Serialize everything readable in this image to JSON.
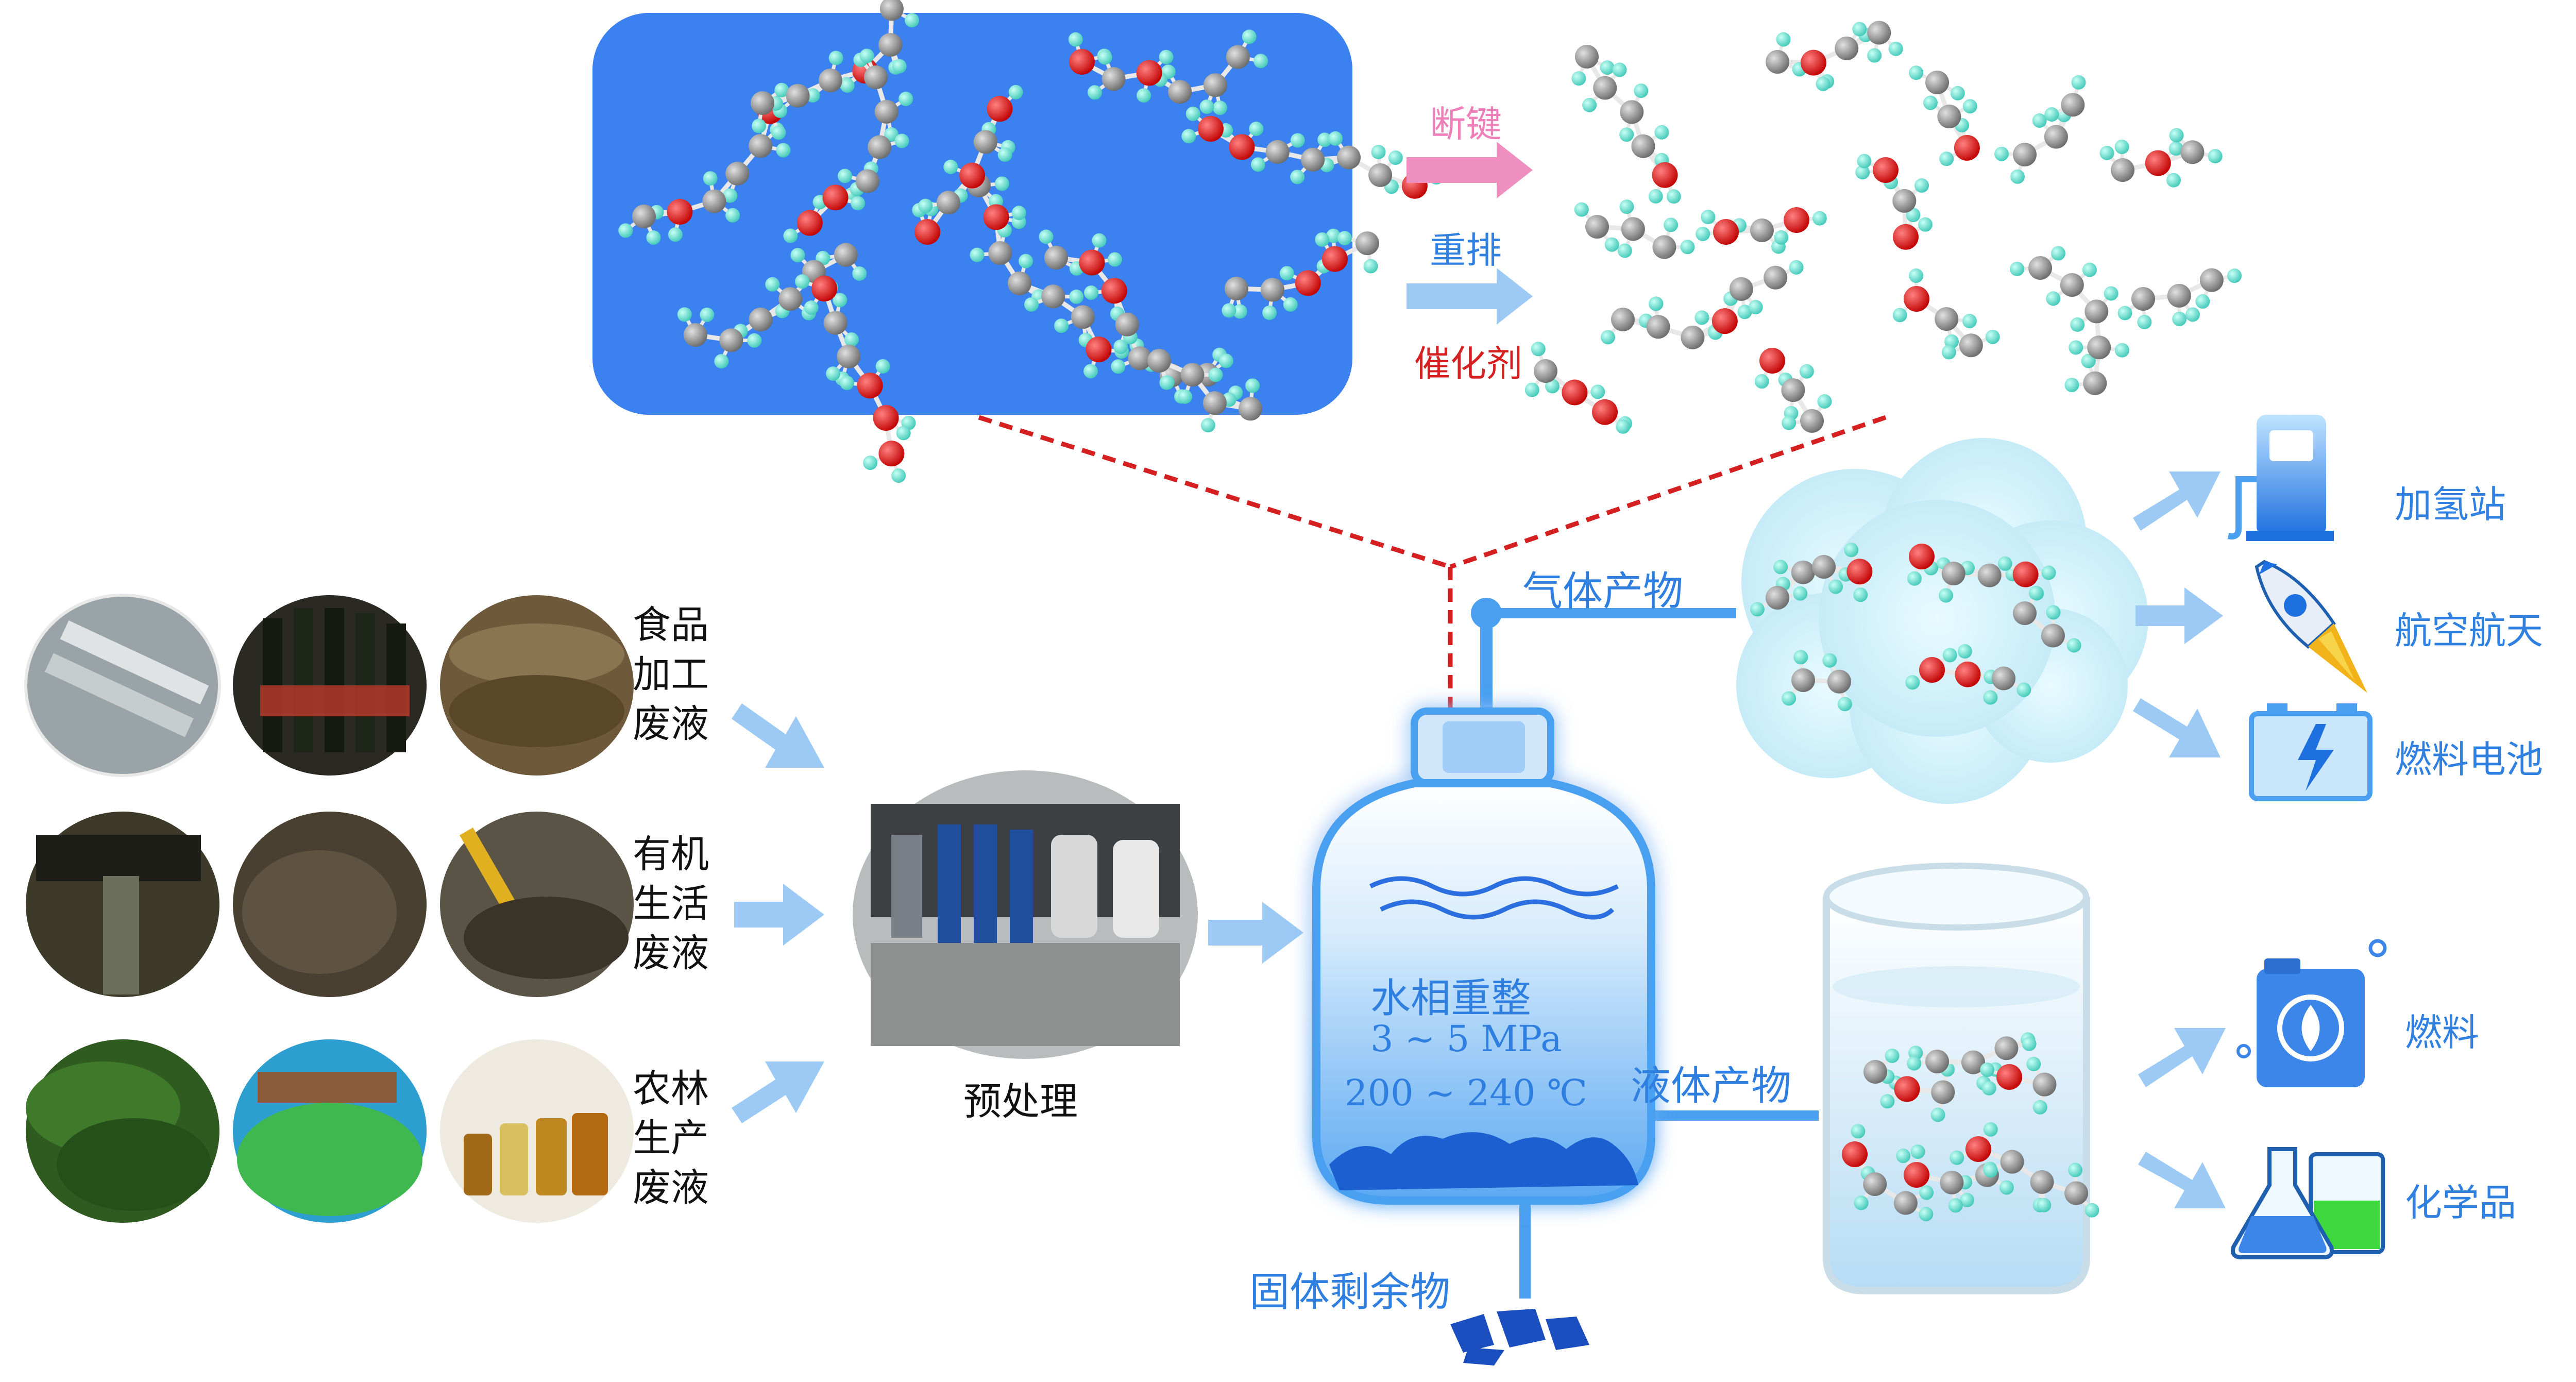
{
  "reaction": {
    "bond_breaking": "断键",
    "rearrangement": "重排",
    "catalyst": "催化剂"
  },
  "wastewater_sources": [
    {
      "label_line1": "食品",
      "label_line2": "加工",
      "label_line3": "废液"
    },
    {
      "label_line1": "有机",
      "label_line2": "生活",
      "label_line3": "废液"
    },
    {
      "label_line1": "农林",
      "label_line2": "生产",
      "label_line3": "废液"
    }
  ],
  "pretreatment": {
    "label": "预处理"
  },
  "reactor": {
    "process": "水相重整",
    "pressure": "3 ~ 5 MPa",
    "temperature": "200 ~ 240 ℃"
  },
  "products": {
    "gas": "气体产物",
    "liquid": "液体产物",
    "solid": "固体剩余物"
  },
  "gas_applications": [
    "加氢站",
    "航空航天",
    "燃料电池"
  ],
  "liquid_applications": [
    "燃料",
    "化学品"
  ],
  "colors": {
    "molecule_panel": "#3b82f0",
    "reactor_blue": "#4a9ff0",
    "arrow_light": "#9ccaf5",
    "label_blue": "#2f80e0",
    "pink_arrow": "#ef8fc0",
    "red_dash": "#d42020",
    "oxygen": "#e01010",
    "carbon": "#8a8a8a",
    "hydrogen": "#66e0d0"
  }
}
